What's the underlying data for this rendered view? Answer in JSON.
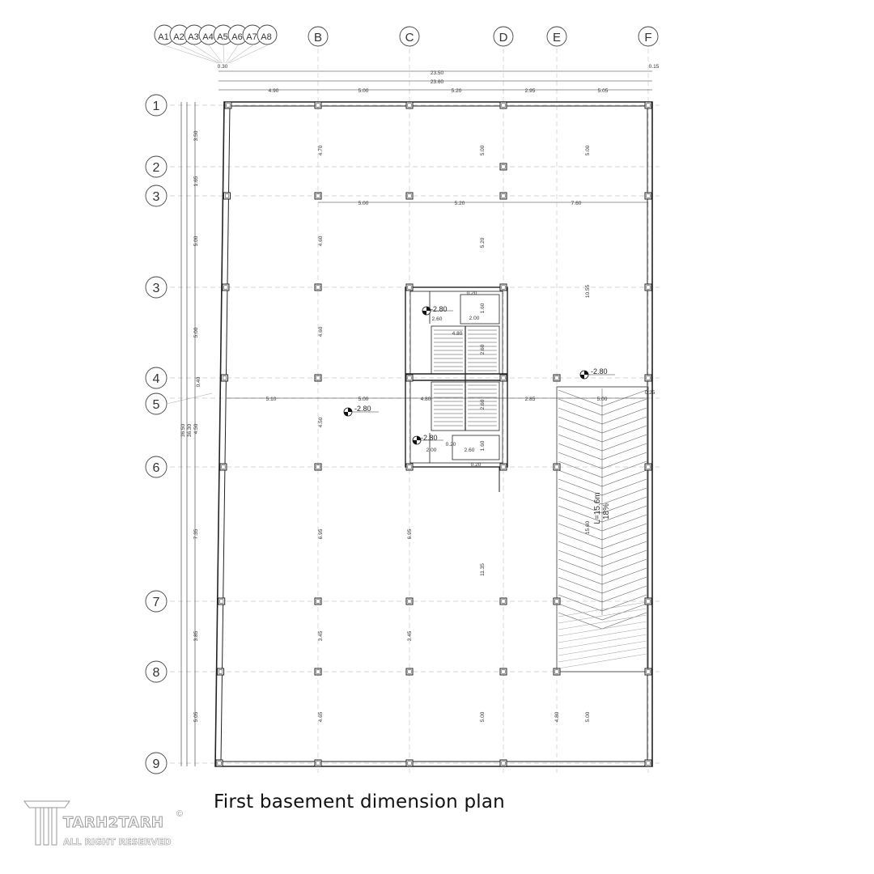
{
  "caption": "First basement dimension plan",
  "watermark": {
    "brand": "TARH2TARH",
    "tagline": "ALL RIGHT RESERVED",
    "copyright": "©"
  },
  "grid": {
    "columns": [
      "B",
      "C",
      "D",
      "E",
      "F"
    ],
    "a_subaxes": [
      "A1",
      "A2",
      "A3",
      "A4",
      "A5",
      "A6",
      "A7",
      "A8"
    ],
    "rows": [
      "1",
      "2",
      "3",
      "3",
      "4",
      "5",
      "6",
      "7",
      "8",
      "9"
    ]
  },
  "top_dims": {
    "overall_1": "23.50",
    "overall_2": "23.60",
    "left_offset": "0.30",
    "right_offset": "0.15",
    "spans": [
      "4.90",
      "5.00",
      "5.20",
      "2.95",
      "5.05"
    ]
  },
  "left_dims": {
    "overall_1": "36.50",
    "overall_2": "36.30",
    "spans": [
      "3.50",
      "1.65",
      "5.00",
      "5.00",
      "0.40",
      "4.50",
      "7.35",
      "3.85",
      "5.05"
    ]
  },
  "inner_dims": [
    "4.70",
    "5.00",
    "5.00",
    "5.00",
    "5.20",
    "7.60",
    "4.60",
    "5.20",
    "10.55",
    "4.60",
    "5.10",
    "5.00",
    "4.80",
    "2.85",
    "5.00",
    "0.25",
    "4.50",
    "6.95",
    "6.95",
    "11.35",
    "3.45",
    "3.45",
    "4.65",
    "5.00",
    "4.80",
    "5.00",
    "15.60"
  ],
  "core_dims": [
    "0.20",
    "1.60",
    "2.60",
    "2.00",
    "4.80",
    "2.60",
    "2.60",
    "2.00",
    "0.20",
    "2.60",
    "1.60",
    "0.20"
  ],
  "levels": [
    "-2.80",
    "-2.80",
    "-2.80",
    "-2.80"
  ],
  "ramp": {
    "length": "L=15.6m",
    "slope": "18%"
  }
}
